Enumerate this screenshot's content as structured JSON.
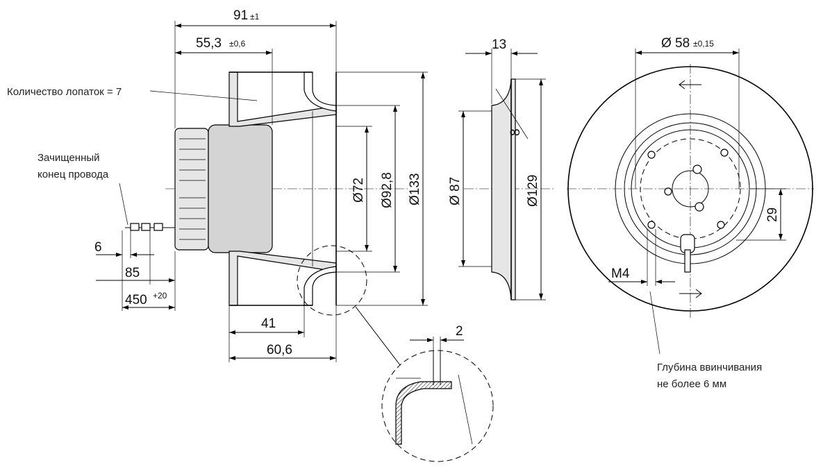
{
  "labels": {
    "d91": "91",
    "d91_tol": "±1",
    "d55": "55,3",
    "d55_tol": "±0,6",
    "blades": "Количество лопаток = 7",
    "wire_1": "Зачищенный",
    "wire_2": "конец провода",
    "d6": "6",
    "d85": "85",
    "d450": "450",
    "d450_tol": "+20",
    "d72": "Ø72",
    "d92": "Ø92,8",
    "d133": "Ø133",
    "d41": "41",
    "d60": "60,6",
    "d2": "2",
    "d13": "13",
    "d8": "8",
    "d87": "Ø 87",
    "d129": "Ø129",
    "d58": "Ø 58",
    "d58_tol": "±0,15",
    "d29": "29",
    "m4": "M4",
    "depth_1": "Глубина ввинчивания",
    "depth_2": "не более 6 мм"
  }
}
